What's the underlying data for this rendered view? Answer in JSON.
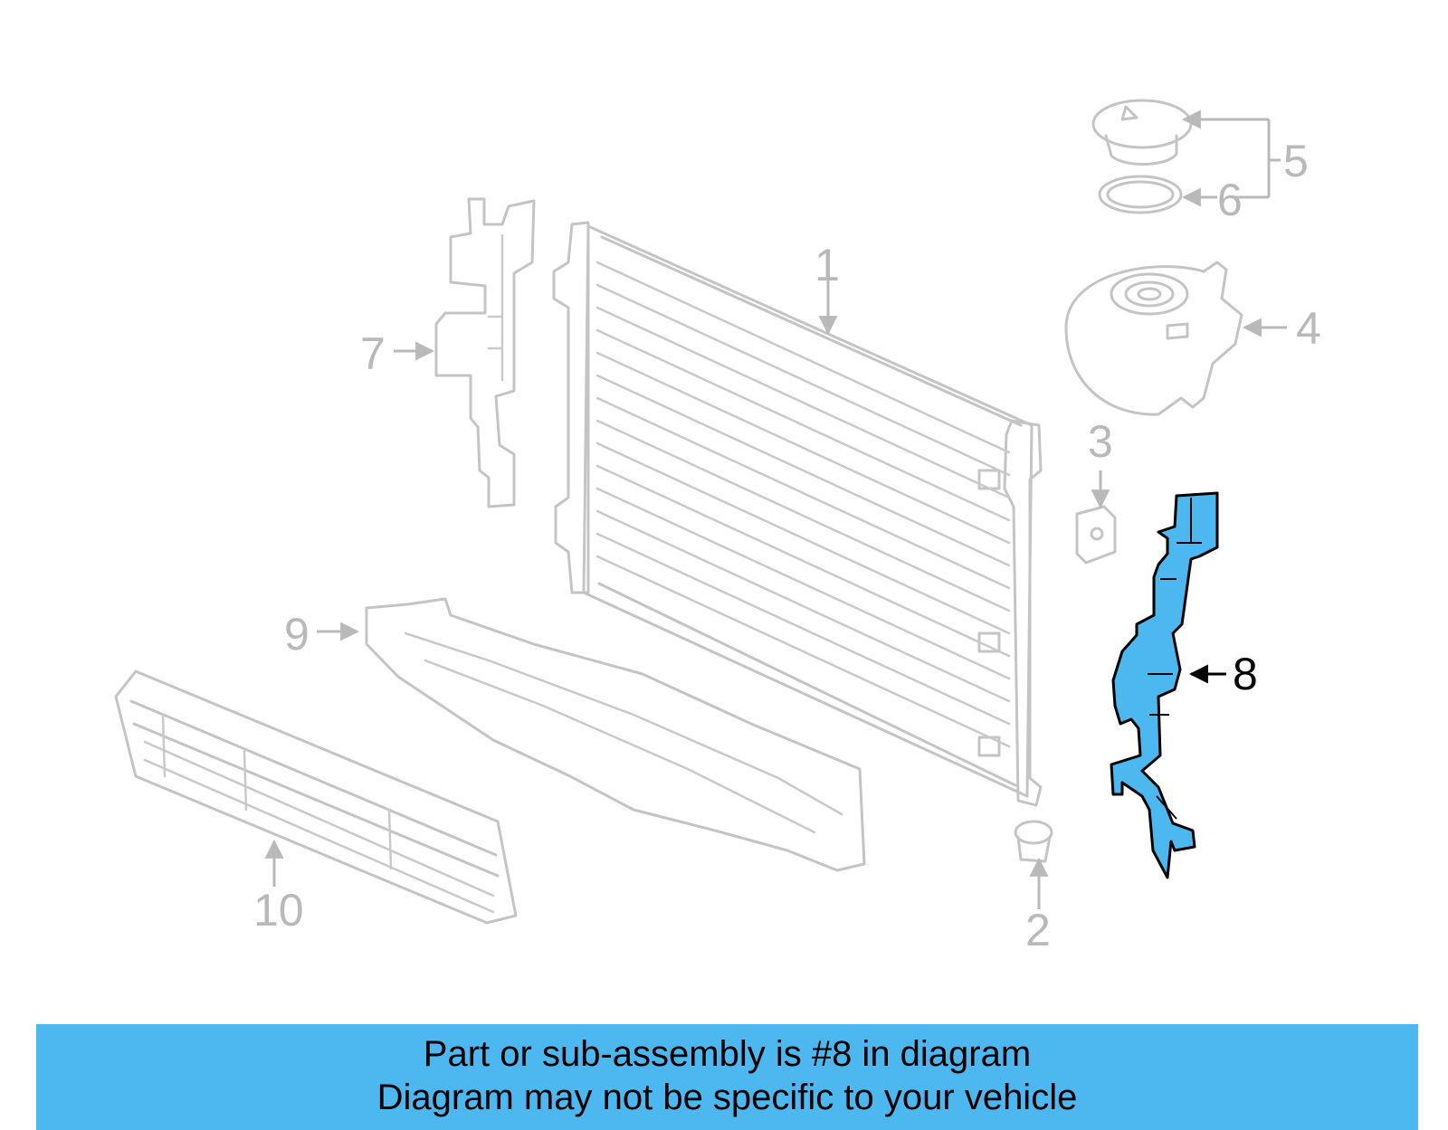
{
  "diagram": {
    "callouts": [
      "1",
      "2",
      "3",
      "4",
      "5",
      "6",
      "7",
      "8",
      "9",
      "10"
    ],
    "highlighted_part": "8",
    "highlight_color": "#4db8ef",
    "outline_color": "#c4c4c4"
  },
  "banner": {
    "line1": "Part or sub-assembly is #8 in diagram",
    "line2": "Diagram may not be specific to your vehicle",
    "background": "#4db8ef"
  }
}
